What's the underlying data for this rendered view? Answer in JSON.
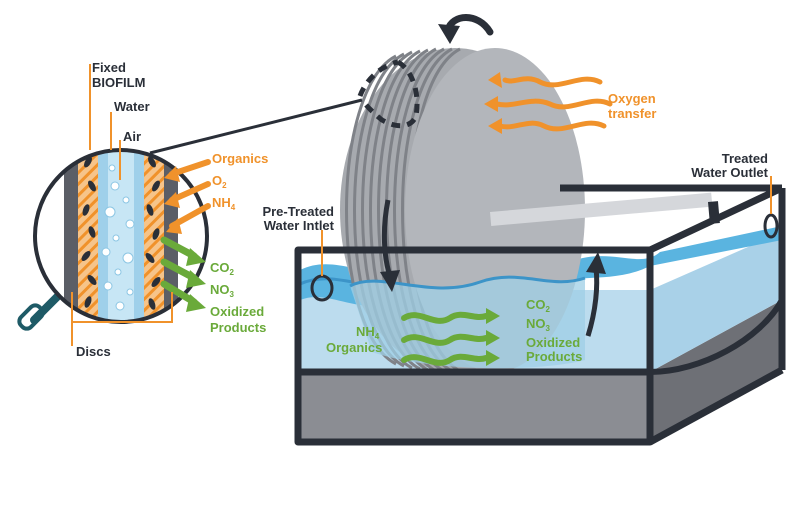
{
  "inset": {
    "fixed_biofilm": [
      "Fixed",
      "BIOFILM"
    ],
    "water": "Water",
    "air": "Air",
    "discs": "Discs",
    "inputs": [
      {
        "text": "Organics",
        "sub": ""
      },
      {
        "text": "O",
        "sub": "2"
      },
      {
        "text": "NH",
        "sub": "4"
      }
    ],
    "outputs": [
      {
        "text": "CO",
        "sub": "2"
      },
      {
        "text": "NO",
        "sub": "3"
      },
      {
        "text": "Oxidized",
        "sub": ""
      },
      {
        "text": "Products",
        "sub": ""
      }
    ]
  },
  "tank": {
    "oxygen_transfer": [
      "Oxygen",
      "transfer"
    ],
    "treated_outlet": [
      "Treated",
      "Water Outlet"
    ],
    "pretreated_inlet": [
      "Pre-Treated",
      "Water Intlet"
    ],
    "water_in": [
      {
        "text": "NH",
        "sub": "4"
      },
      {
        "text": "Organics",
        "sub": ""
      }
    ],
    "water_out": [
      {
        "text": "CO",
        "sub": "2"
      },
      {
        "text": "NO",
        "sub": "3"
      },
      {
        "text": "Oxidized",
        "sub": ""
      },
      {
        "text": "Products",
        "sub": ""
      }
    ]
  },
  "colors": {
    "dark": "#2a2f38",
    "orange": "#f0922b",
    "green": "#6aaa3a",
    "water": "#5ab4e0",
    "disc": "#9a9da3"
  }
}
